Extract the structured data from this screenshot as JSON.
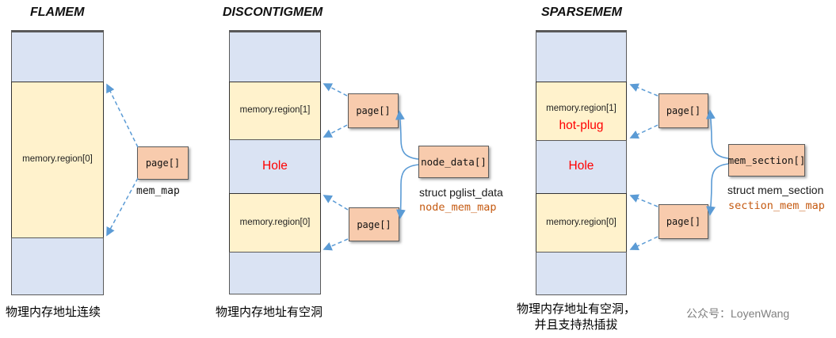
{
  "colors": {
    "blue_fill": "#dae3f3",
    "yellow_fill": "#fff2cc",
    "orange_fill": "#f8cbad",
    "arrow_blue": "#5b9bd5",
    "red_text": "#ff0000",
    "orange_text": "#c55a11",
    "gray_text": "#808080"
  },
  "flatmem": {
    "title": "FLAMEM",
    "region0": "memory.region[0]",
    "page": "page[]",
    "mem_map": "mem_map",
    "caption": "物理内存地址连续"
  },
  "discontigmem": {
    "title": "DISCONTIGMEM",
    "region1": "memory.region[1]",
    "hole": "Hole",
    "region0": "memory.region[0]",
    "page1": "page[]",
    "page0": "page[]",
    "node_data": "node_data[]",
    "struct_line": "struct pglist_data",
    "map_line": "node_mem_map",
    "caption": "物理内存地址有空洞"
  },
  "sparsemem": {
    "title": "SPARSEMEM",
    "region1": "memory.region[1]",
    "hotplug": "hot-plug",
    "hole": "Hole",
    "region0": "memory.region[0]",
    "page1": "page[]",
    "page0": "page[]",
    "mem_section": "mem_section[]",
    "struct_line": "struct mem_section",
    "map_line": "section_mem_map",
    "caption_line1": "物理内存地址有空洞，",
    "caption_line2": "并且支持热插拔"
  },
  "watermark": "公众号：LoyenWang"
}
